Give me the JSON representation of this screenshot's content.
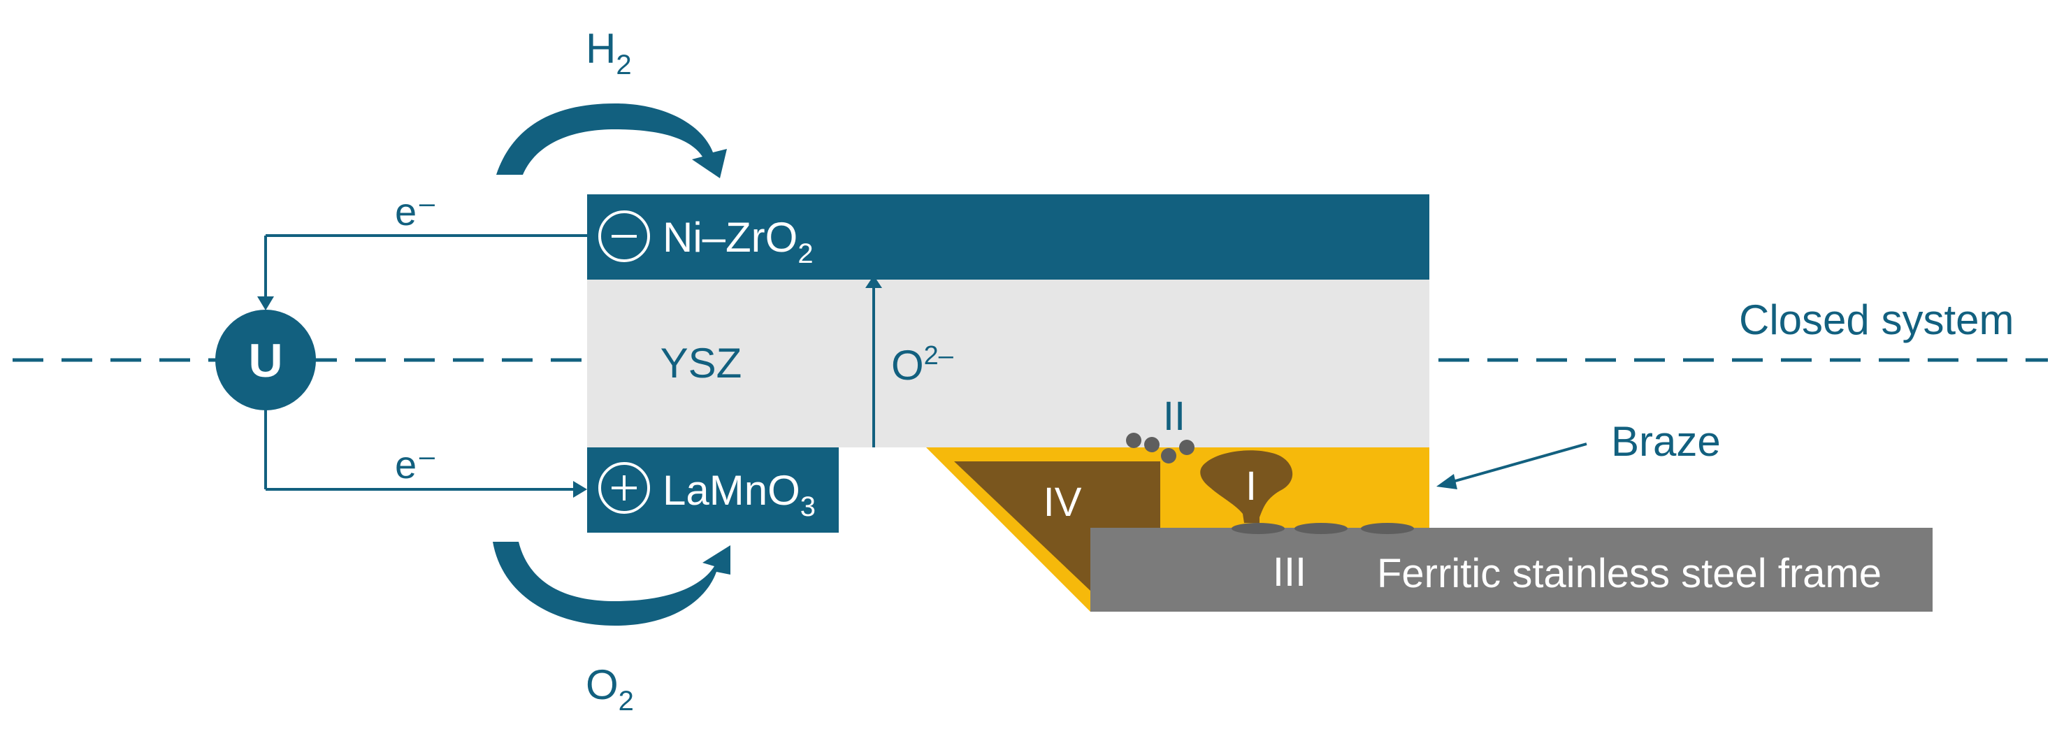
{
  "gases": {
    "h2": {
      "main": "H",
      "sub": "2"
    },
    "o2": {
      "main": "O",
      "sub": "2"
    }
  },
  "electrons": {
    "upper": "e⁻",
    "lower": "e⁻"
  },
  "source": {
    "label": "U"
  },
  "anode": {
    "sign": "−",
    "formula": "Ni–ZrO",
    "sub": "2"
  },
  "electrolyte": {
    "label": "YSZ",
    "ion": "O",
    "ion_charge": "2–"
  },
  "cathode": {
    "sign": "+",
    "formula": "LaMnO",
    "sub": "3"
  },
  "boundary": {
    "label": "Closed system"
  },
  "braze": {
    "label": "Braze"
  },
  "frame": {
    "label": "Ferritic stainless steel frame"
  },
  "regions": {
    "i": "I",
    "ii": "II",
    "iii": "III",
    "iv": "IV"
  },
  "colors": {
    "primary": "#12607f",
    "electrolyte": "#e6e6e6",
    "braze": "#f6b90b",
    "reaction_zone": "#7a561e",
    "particle": "#5e5e5e",
    "frame": "#7b7b7b",
    "text_light": "#ffffff"
  }
}
